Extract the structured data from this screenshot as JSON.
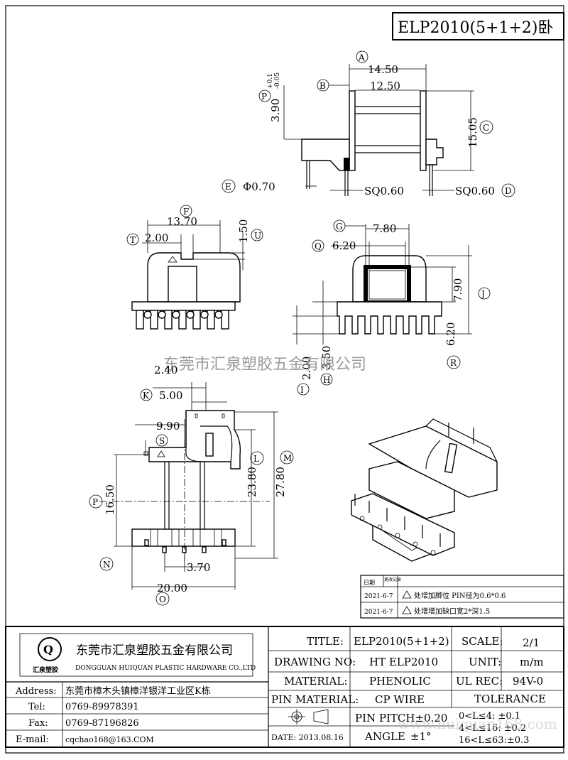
{
  "title_block_header": "ELP2010(5+1+2)卧",
  "views": {
    "side": {
      "A": "A",
      "B": "B",
      "C": "C",
      "D": "D",
      "E": "E",
      "P": "P",
      "dim_a": "14.50",
      "dim_b": "12.50",
      "dim_c": "15.05",
      "dim_p": "3.90",
      "dim_p_tol_plus": "+0.1",
      "dim_p_tol_minus": "-0.05",
      "dim_e": "Φ0.70",
      "dim_sq1": "SQ0.60",
      "dim_sq2": "SQ0.60"
    },
    "front": {
      "F": "F",
      "T": "T",
      "U": "U",
      "dim_f": "13.70",
      "dim_t": "2.00",
      "dim_u": "1.50"
    },
    "section": {
      "G": "G",
      "Q": "Q",
      "J": "J",
      "R": "R",
      "I": "I",
      "H": "H",
      "dim_g": "7.80",
      "dim_q": "6.20",
      "dim_j": "7.90",
      "dim_r": "6.20",
      "dim_i": "2.00",
      "dim_h": "3.50"
    },
    "bottom": {
      "K": "K",
      "S": "S",
      "L": "L",
      "M": "M",
      "P": "P",
      "N": "N",
      "O": "O",
      "dim_top": "2.40",
      "dim_k": "5.00",
      "dim_s": "9.90",
      "dim_l": "23.80",
      "dim_m": "27.80",
      "dim_p": "16.50",
      "dim_n": "3.70",
      "dim_o": "20.00"
    }
  },
  "watermark": "东莞市汇泉塑胶五金有限公司",
  "revisions": {
    "header_date": "日期",
    "header_ver": "更改记录",
    "rows": [
      {
        "date": "2021-6-7",
        "text": "处增加脚位 PIN径为0.6*0.6"
      },
      {
        "date": "2021-6-7",
        "text": "处增增加缺口宽2*深1.5"
      }
    ]
  },
  "company": {
    "name_cn": "东莞市汇泉塑胶五金有限公司",
    "name_en": "DONGGUAN HUIQUAN PLASTIC HARDWARE CO.,LTD",
    "logo_text": "汇泉塑胶",
    "address_label": "Address:",
    "address": "东莞市樟木头镇樟洋银洋工业区K栋",
    "tel_label": "Tel:",
    "tel": "0769-89978391",
    "fax_label": "Fax:",
    "fax": "0769-87196826",
    "email_label": "E-mail:",
    "email": "cqchao168@163.COM"
  },
  "titleblock": {
    "title_label": "TITLE:",
    "title": "ELP2010(5+1+2)",
    "scale_label": "SCALE:",
    "scale": "2/1",
    "drawing_label": "DRAWING NO:",
    "drawing": "HT ELP2010",
    "unit_label": "UNIT:",
    "unit": "m/m",
    "material_label": "MATERIAL:",
    "material": "PHENOLIC",
    "ulrec_label": "UL REC:",
    "ulrec": "94V-0",
    "pinmat_label": "PIN MATERIAL:",
    "pinmat": "CP WIRE",
    "tolerance_label": "TOLERANCE",
    "pitch_label": "PIN PITCH±0.20",
    "date_label": "DATE: 2013.08.16",
    "angle_label": "ANGLE",
    "angle": "±1°",
    "tol1": "0<L≤4:  ±0.1",
    "tol2": "4<L≤16: ±0.2",
    "tol3": "16<L≤63:±0.3",
    "url_watermark": "www.huiquan168.com"
  }
}
